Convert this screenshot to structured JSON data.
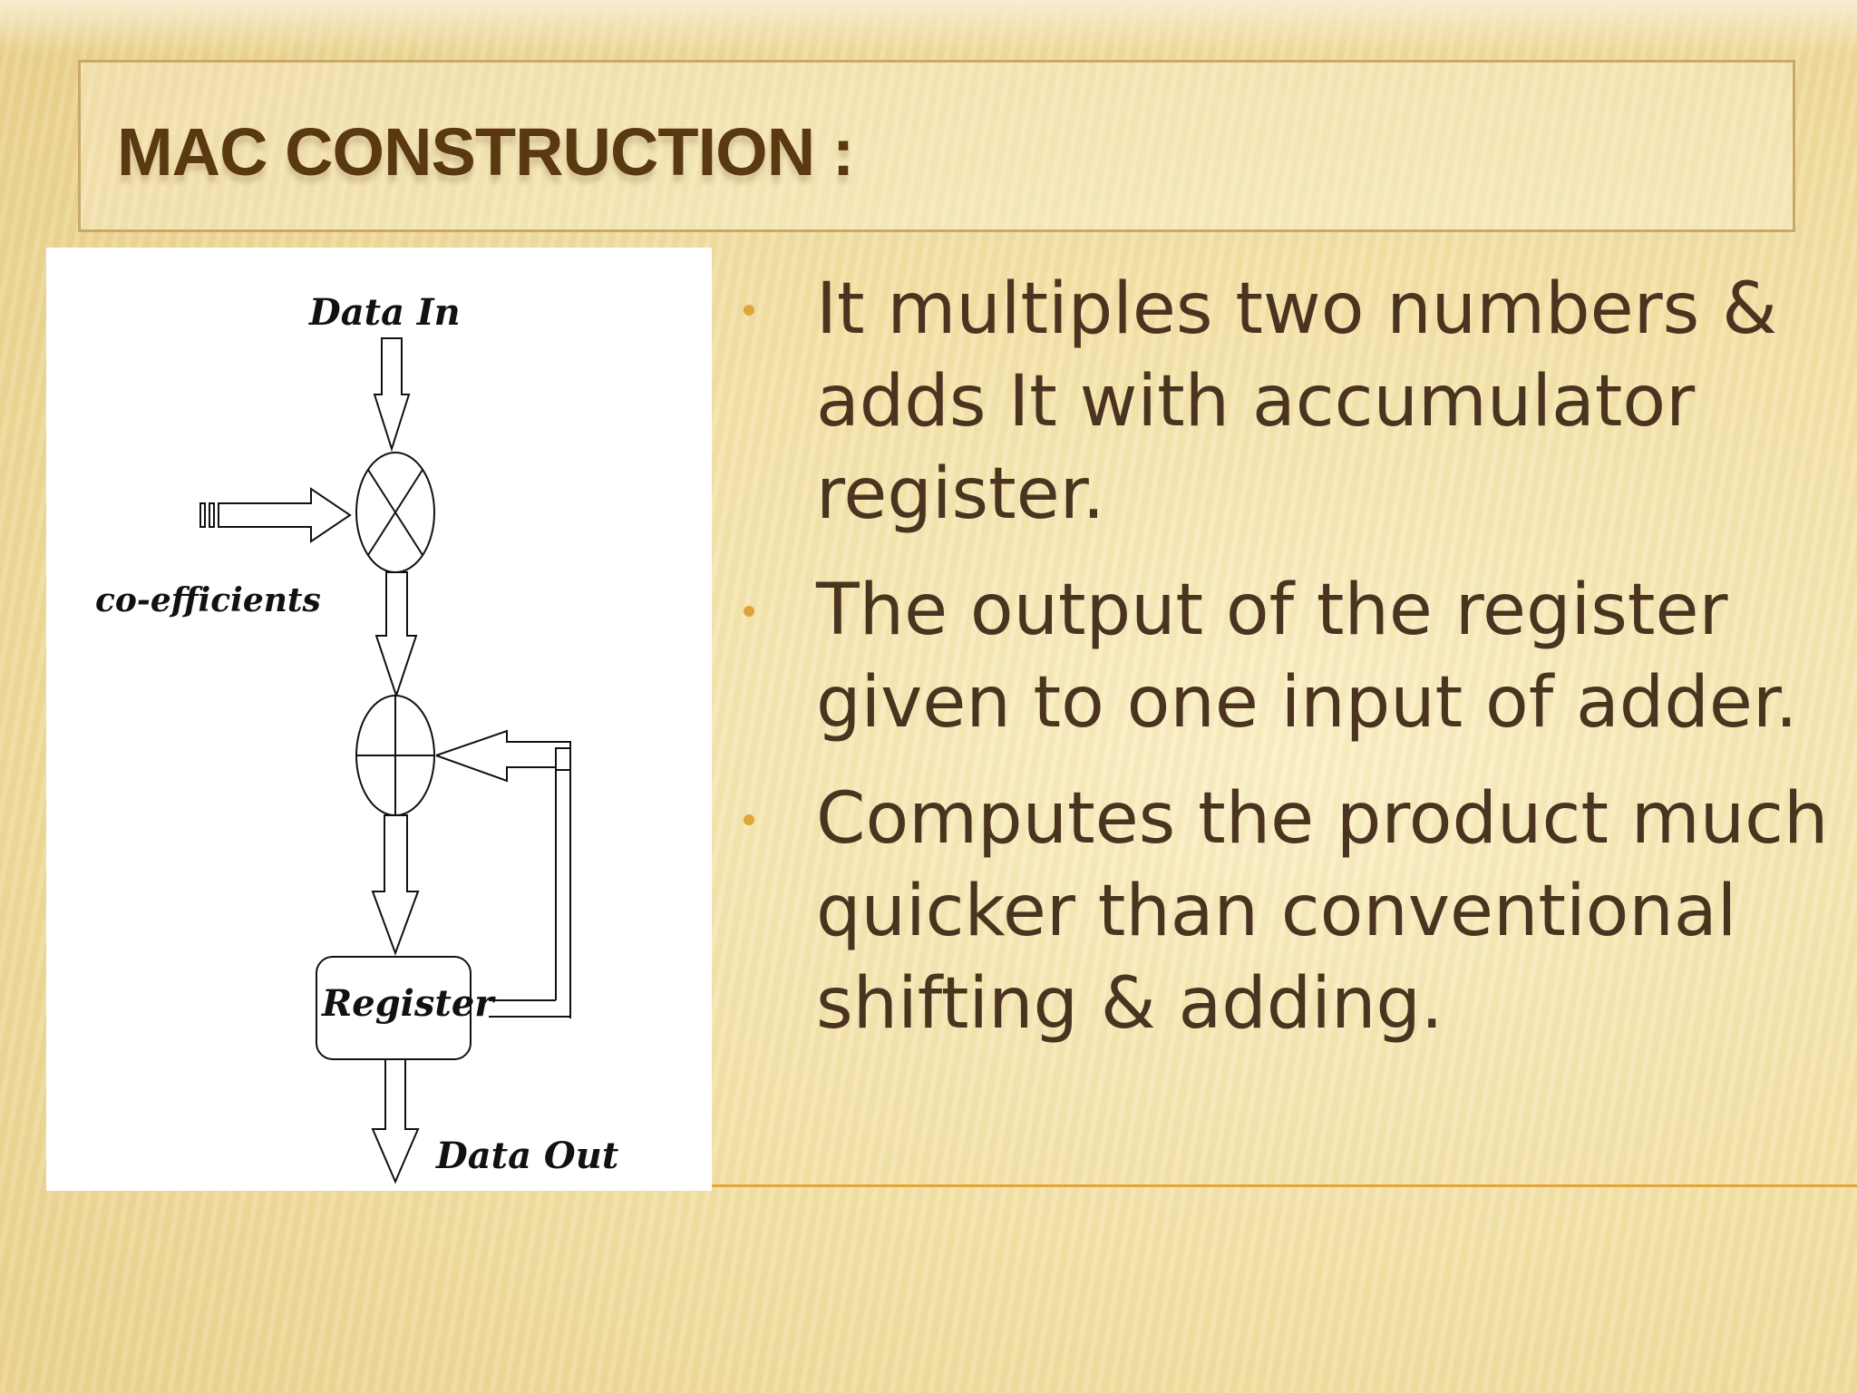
{
  "slide": {
    "title": "MAC CONSTRUCTION :",
    "diagram": {
      "data_in_label": "Data In",
      "coefficients_label": "co-efficients",
      "register_label": "Register",
      "data_out_label": "Data Out"
    },
    "bullets": [
      {
        "text": "It multiples two numbers & adds It with accumulator register."
      },
      {
        "text": "The output of the register given to one input of adder."
      },
      {
        "text": "Computes the product much quicker than conventional shifting & adding."
      }
    ]
  },
  "colors": {
    "title": "#5a3812",
    "body_text": "#4a3420",
    "bullet": "#e0a53a",
    "frame": "#c9a96a",
    "background": "#f3e2a8"
  }
}
